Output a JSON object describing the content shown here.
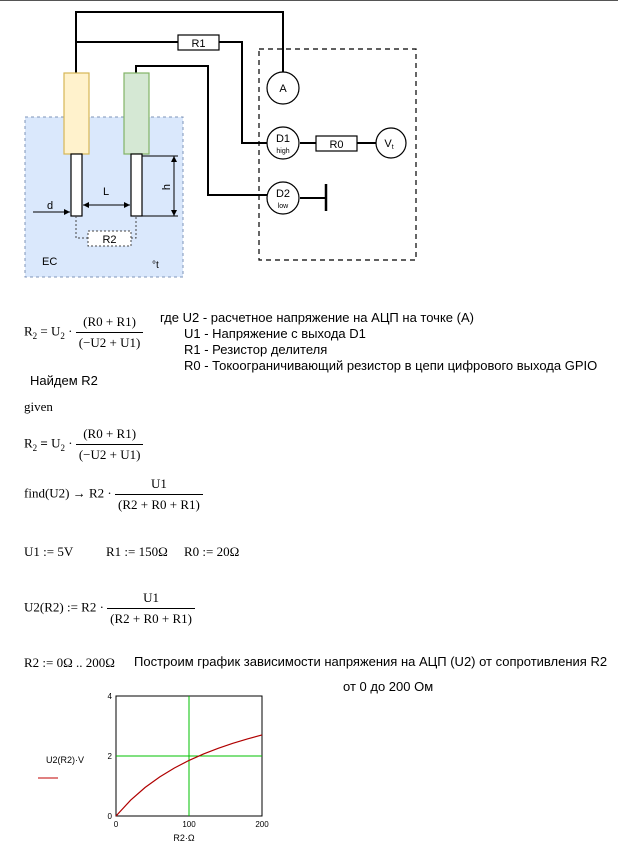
{
  "circuit": {
    "labels": {
      "r1": "R1",
      "r0": "R0",
      "r2": "R2",
      "ammeter": "A",
      "d1": "D1",
      "d1_sub": "high",
      "d2": "D2",
      "d2_sub": "low",
      "vt": "V",
      "vt_sub": "t",
      "ec": "EC",
      "t": "°t",
      "d": "d",
      "l": "L",
      "h": "h"
    }
  },
  "formula1": {
    "lhs": "R",
    "lhs_sub": "2",
    "op": "=",
    "u2": "U",
    "u2_sub": "2",
    "num": "(R0 + R1)",
    "den": "(−U2 + U1)"
  },
  "legend": {
    "line1": "где U2 - расчетное напряжение на АЦП на точке (А)",
    "line2": "U1 - Напряжение с выхода D1",
    "line3": "R1 - Резистор делителя",
    "line4": "R0 - Токоограничивающий резистор в цепи цифрового выхода GPIO"
  },
  "heading_find": "Найдем R2",
  "given": "given",
  "formula2": {
    "lhs": "R",
    "lhs_sub": "2",
    "u2": "U",
    "u2_sub": "2",
    "num": "(R0 + R1)",
    "den": "(−U2 + U1)"
  },
  "find_line": {
    "text": "find(U2) → R2 ·",
    "num": "U1",
    "den": "(R2 + R0 + R1)"
  },
  "definitions": {
    "u1": "U1 := 5V",
    "r1": "R1 := 150Ω",
    "r0": "R0 := 20Ω"
  },
  "function_def": {
    "lhs": "U2(R2) := R2 ·",
    "num": "U1",
    "den": "(R2 + R0 + R1)"
  },
  "range_def": "R2 := 0Ω .. 200Ω",
  "plot_note_line1": "Построим график зависимости напряжения на АЦП (U2) от сопротивления R2",
  "plot_note_line2": "от 0 до 200 Ом",
  "chart_data": {
    "type": "line",
    "xlabel": "R2·Ω",
    "ylabel": "U2(R2)·V",
    "xlim": [
      0,
      200
    ],
    "ylim": [
      0,
      4
    ],
    "x_ticks": [
      "0",
      "100",
      "200"
    ],
    "y_ticks": [
      "0",
      "2",
      "4"
    ],
    "grid_lines": {
      "x": 100,
      "y": 2
    },
    "series": [
      {
        "color": "#b00000",
        "x": [
          0,
          20,
          40,
          60,
          80,
          100,
          120,
          140,
          160,
          180,
          200
        ],
        "y": [
          0,
          0.526,
          0.952,
          1.304,
          1.6,
          1.852,
          2.069,
          2.258,
          2.424,
          2.571,
          2.703
        ]
      }
    ],
    "grid_color": "#00c000",
    "axis_color": "#000000"
  }
}
